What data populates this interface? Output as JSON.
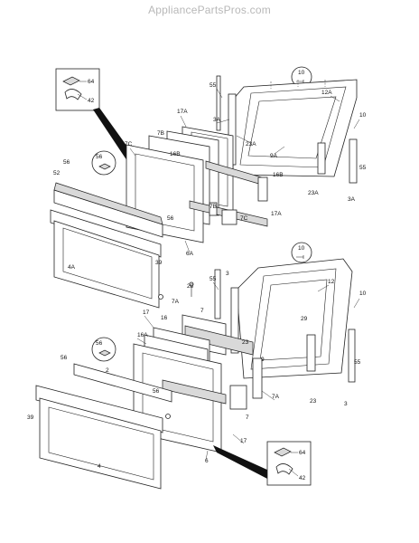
{
  "watermark": "AppliancePartsPros.com",
  "colors": {
    "line": "#222222",
    "background": "#ffffff",
    "watermark": "#b8b8b8",
    "callout_wedge": "#111111"
  },
  "callouts": {
    "top_detail": [
      "64",
      "42"
    ],
    "bottom_detail": [
      "64",
      "42"
    ],
    "screw_bubbles": [
      "10",
      "10",
      "56",
      "56"
    ]
  },
  "labels": {
    "top_oven_door": [
      "55",
      "3A",
      "23A",
      "12A",
      "10",
      "9A",
      "17A",
      "7B",
      "7C",
      "16B",
      "16B",
      "17A",
      "7B",
      "7C",
      "56",
      "52",
      "56",
      "6A",
      "39",
      "4A",
      "55",
      "23A",
      "3A"
    ],
    "bottom_oven_door": [
      "55",
      "3",
      "28",
      "7A",
      "7",
      "23",
      "12",
      "10",
      "29",
      "9",
      "17",
      "16",
      "16A",
      "55",
      "3",
      "23",
      "7A",
      "7",
      "17",
      "56",
      "2",
      "39",
      "4",
      "6",
      "56"
    ]
  }
}
